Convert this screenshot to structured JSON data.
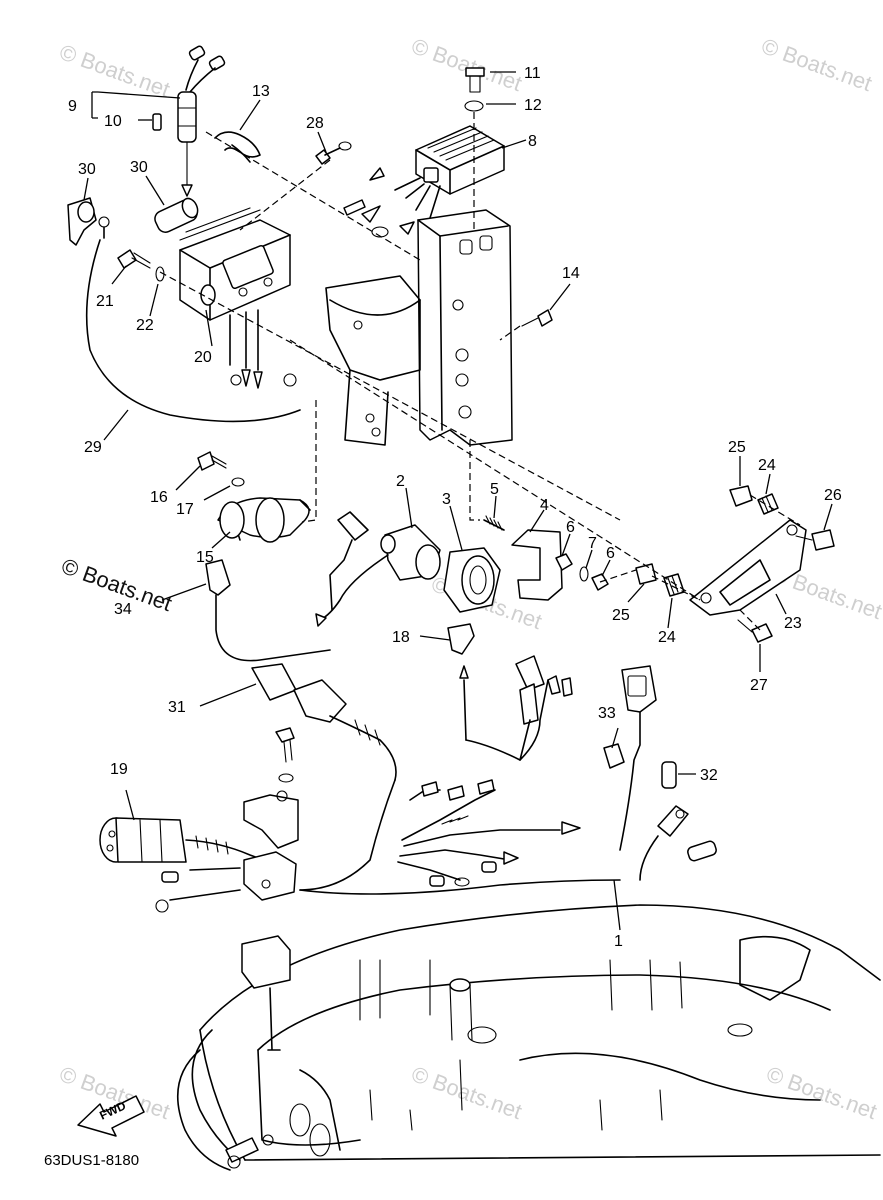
{
  "diagram_code": "63DUS1-8180",
  "fwd_label": "FWD",
  "watermark": "© Boats.net",
  "callouts": [
    "1",
    "2",
    "3",
    "4",
    "5",
    "6",
    "6",
    "7",
    "8",
    "9",
    "10",
    "11",
    "12",
    "13",
    "14",
    "15",
    "16",
    "17",
    "18",
    "19",
    "20",
    "21",
    "22",
    "23",
    "24",
    "24",
    "25",
    "25",
    "26",
    "27",
    "28",
    "29",
    "30",
    "30",
    "31",
    "32",
    "33",
    "34"
  ]
}
